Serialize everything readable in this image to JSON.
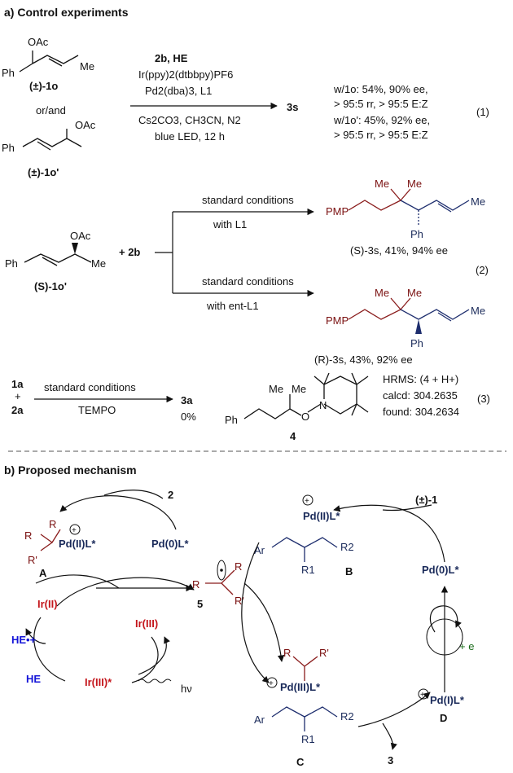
{
  "section_a": {
    "title": "a) Control experiments"
  },
  "exp1": {
    "oac_1": "OAc",
    "ph_1": "Ph",
    "me_1": "Me",
    "cmpd_1o": "(±)-1o",
    "or_and": "or/and",
    "oac_2": "OAc",
    "ph_2": "Ph",
    "me_2": "",
    "cmpd_1op": "(±)-1o'",
    "reag_line1": "2b, HE",
    "reag_line2": "Ir(ppy)2(dtbbpy)PF6",
    "reag_line3": "Pd2(dba)3, L1",
    "cond_line1": "Cs2CO3, CH3CN, N2",
    "cond_line2": "blue LED, 12 h",
    "product": "3s",
    "res_line1": "w/1o: 54%, 90% ee,",
    "res_line2": "> 95:5 rr, > 95:5 E:Z",
    "res_line3": "w/1o': 45%, 92% ee,",
    "res_line4": "> 95:5 rr, > 95:5 E:Z",
    "eq": "(1)"
  },
  "exp2": {
    "oac": "OAc",
    "ph": "Ph",
    "me": "Me",
    "cmpd": "(S)-1o'",
    "plus": "+ 2b",
    "top_cond": "standard conditions",
    "top_lig": "with L1",
    "bot_cond": "standard conditions",
    "bot_lig": "with ent-L1",
    "pmp1": "PMP",
    "me_a": "Me",
    "me_b": "Me",
    "ph_p1": "Ph",
    "me_c": "Me",
    "res_top": "(S)-3s, 41%, 94% ee",
    "pmp2": "PMP",
    "me_d": "Me",
    "me_e": "Me",
    "ph_p2": "Ph",
    "me_f": "Me",
    "res_bot": "(R)-3s, 43%, 92% ee",
    "eq": "(2)"
  },
  "exp3": {
    "r1": "1a",
    "plus": "+",
    "r2": "2a",
    "cond": "standard conditions",
    "tempo": "TEMPO",
    "prod": "3a",
    "yield": "0%",
    "me_1": "Me",
    "me_2": "Me",
    "ph": "Ph",
    "o": "O",
    "n": "N",
    "adduct": "4",
    "hrms": "HRMS: (4 + H+)",
    "calcd": "calcd: 304.2635",
    "found": "found: 304.2634",
    "eq": "(3)"
  },
  "section_b": {
    "title": "b) Proposed mechanism"
  },
  "mech": {
    "in_2": "2",
    "R_a": "R",
    "R_b": "R",
    "R_c": "R'",
    "pdA": "Pd(II)L*",
    "lbl_A": "A",
    "pd0_left": "Pd(0)L*",
    "ir2": "Ir(II)",
    "ir3": "Ir(III)",
    "ir3s": "Ir(III)*",
    "he_rad": "HE•+",
    "he": "HE",
    "hv": "hν",
    "rad_R1": "R",
    "rad_R2": "R",
    "rad_R3": "R'",
    "lbl_5": "5",
    "in_1": "(±)-1",
    "pdB": "Pd(II)L*",
    "ar_B": "Ar",
    "r2_B": "R2",
    "r1_B": "R1",
    "lbl_B": "B",
    "pd0_right": "Pd(0)L*",
    "plus_e": "+ e",
    "pdD": "Pd(I)L*",
    "lbl_D": "D",
    "C_R1": "R",
    "C_R2": "R'",
    "pdC": "Pd(III)L*",
    "ar_C": "Ar",
    "r2_C": "R2",
    "r1_C": "R1",
    "lbl_C": "C",
    "out_3": "3"
  }
}
